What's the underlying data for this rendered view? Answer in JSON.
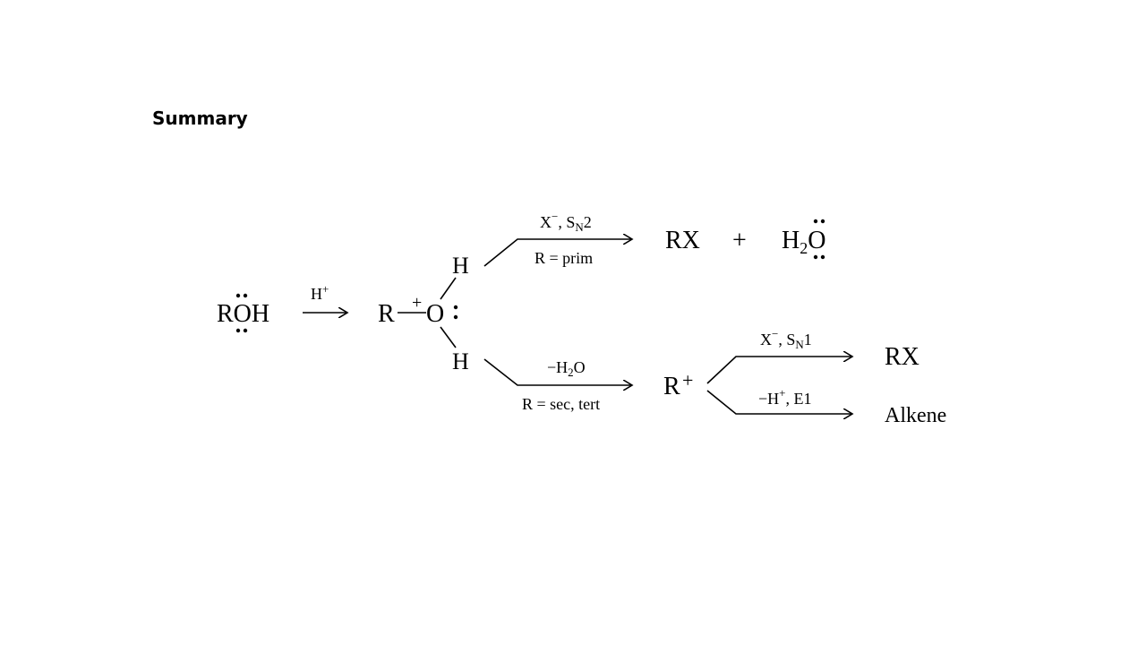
{
  "slide": {
    "title": "Summary"
  },
  "scheme": {
    "reactant": "ROH",
    "step1_reagent": {
      "main": "H",
      "sup": "+"
    },
    "intermediate": {
      "r": "R",
      "charge": "+",
      "o": "O",
      "h_top": "H",
      "h_bottom": "H"
    },
    "upper_path": {
      "reagent_main": "X",
      "reagent_sup": "−",
      "reagent_sep": ", S",
      "reagent_sub": "N",
      "reagent_tail": "2",
      "condition": "R = prim",
      "product": "RX",
      "plus": "+",
      "water_main": "H",
      "water_sub": "2",
      "water_o": "O"
    },
    "lower_path": {
      "reagent_main": "−H",
      "reagent_sub": "2",
      "reagent_tail": "O",
      "condition": "R = sec, tert",
      "carbocation": "R",
      "carbocation_charge": "+",
      "branch_top": {
        "reagent_main": "X",
        "reagent_sup": "−",
        "reagent_sep": ", S",
        "reagent_sub": "N",
        "reagent_tail": "1",
        "product": "RX"
      },
      "branch_bottom": {
        "reagent_main": "−H",
        "reagent_sup": "+",
        "reagent_tail": ", E1",
        "product": "Alkene"
      }
    }
  }
}
